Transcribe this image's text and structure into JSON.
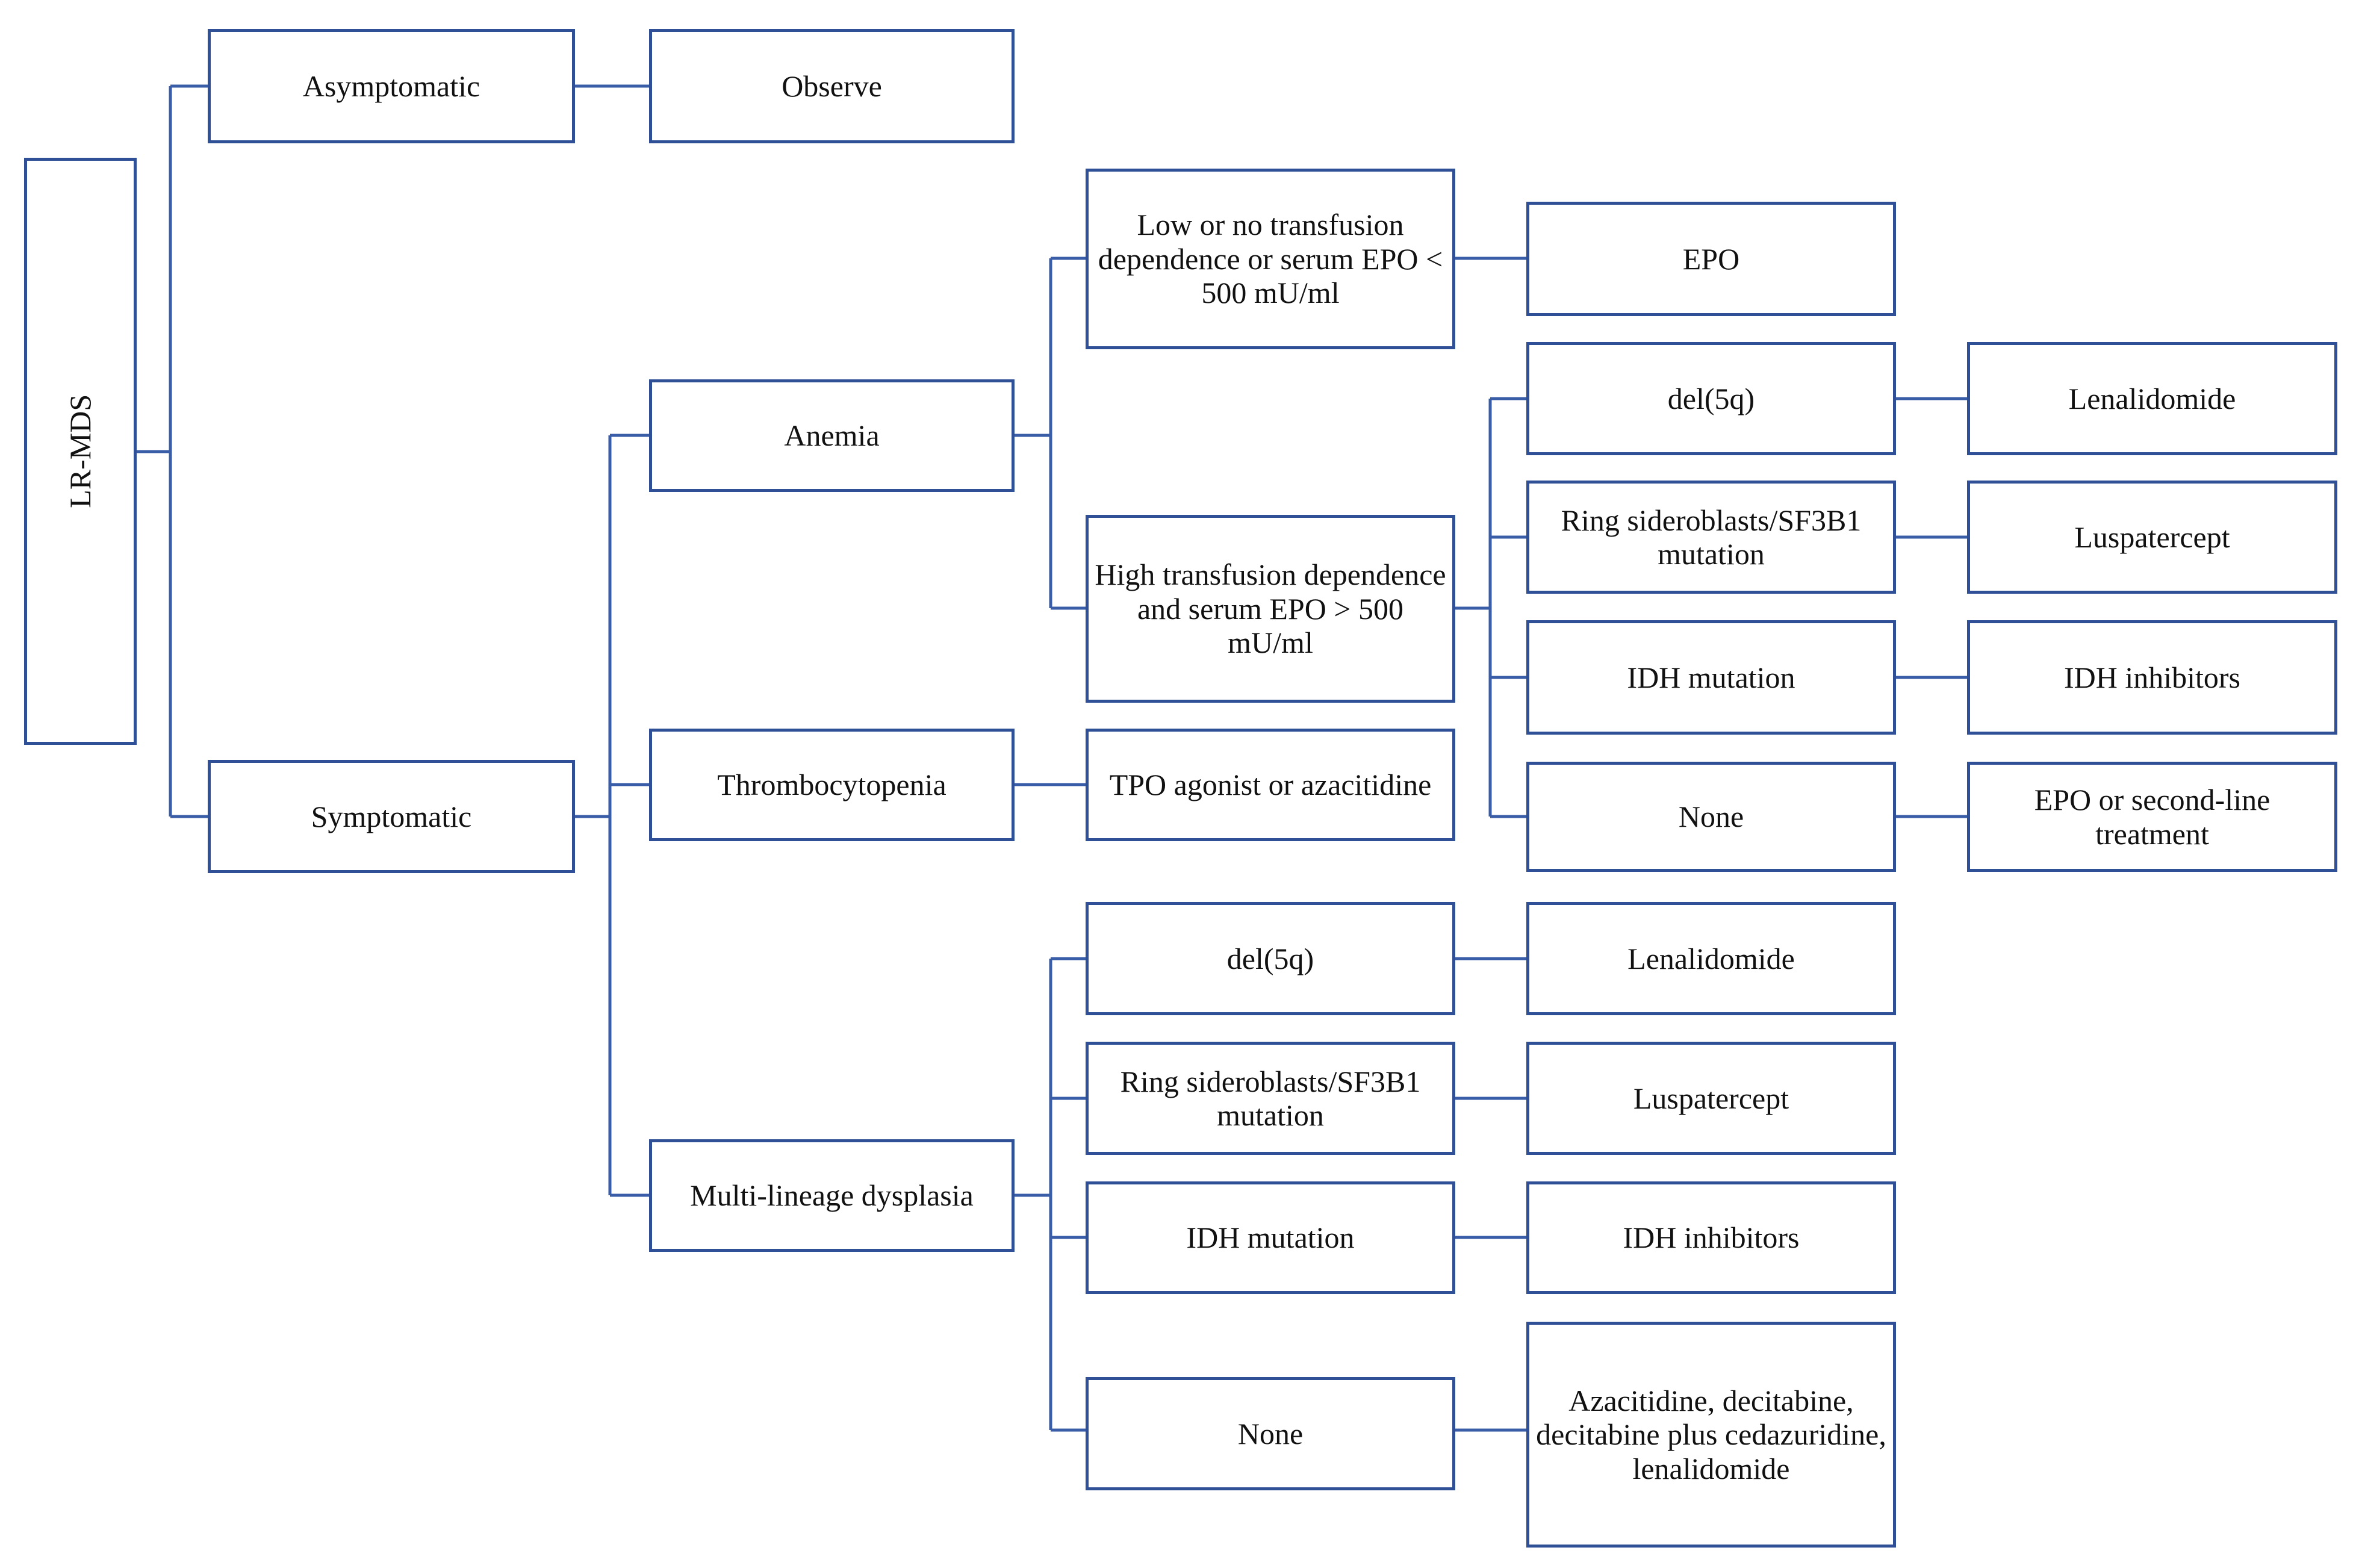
{
  "root": {
    "label": "LR-MDS"
  },
  "branches": {
    "asymptomatic": {
      "label": "Asymptomatic",
      "action": "Observe"
    },
    "symptomatic": {
      "label": "Symptomatic",
      "anemia": {
        "label": "Anemia",
        "low_transfusion": {
          "label": "Low or no transfusion dependence or serum EPO < 500 mU/ml",
          "treatment": "EPO"
        },
        "high_transfusion": {
          "label": "High transfusion dependence and serum EPO > 500 mU/ml",
          "subgroups": [
            {
              "label": "del(5q)",
              "treatment": "Lenalidomide"
            },
            {
              "label": "Ring sideroblasts/SF3B1 mutation",
              "treatment": "Luspatercept"
            },
            {
              "label": "IDH mutation",
              "treatment": "IDH inhibitors"
            },
            {
              "label": "None",
              "treatment": "EPO or second-line treatment"
            }
          ]
        }
      },
      "thrombocytopenia": {
        "label": "Thrombocytopenia",
        "treatment": "TPO agonist or azacitidine"
      },
      "multilineage": {
        "label": "Multi-lineage dysplasia",
        "subgroups": [
          {
            "label": "del(5q)",
            "treatment": "Lenalidomide"
          },
          {
            "label": "Ring sideroblasts/SF3B1 mutation",
            "treatment": "Luspatercept"
          },
          {
            "label": "IDH mutation",
            "treatment": "IDH inhibitors"
          },
          {
            "label": "None",
            "treatment": "Azacitidine, decitabine, decitabine plus cedazuridine, lenalidomide"
          }
        ]
      }
    }
  },
  "colors": {
    "box_border": "#2f4f96",
    "connector": "#3a5da8",
    "text": "#111111"
  }
}
